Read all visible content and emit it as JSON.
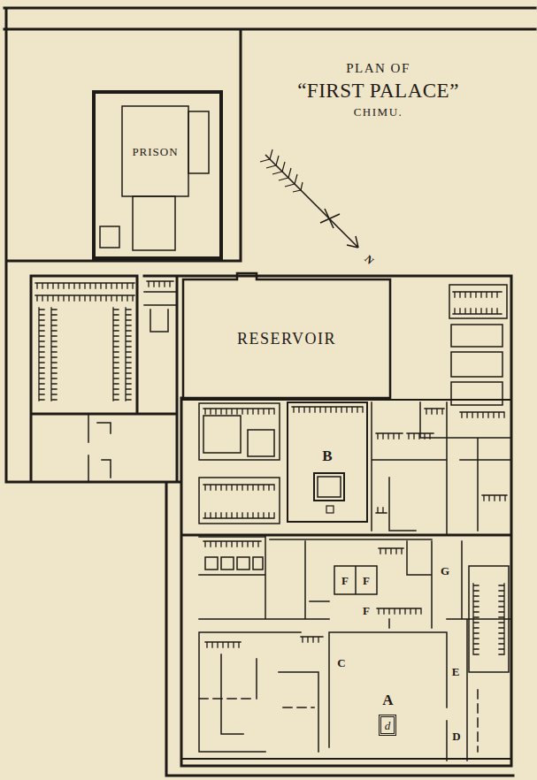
{
  "diagram": {
    "title": "PLAN OF “FIRST PALACE” CHIMU.",
    "nodes": [
      {
        "text": [
          "PRISON"
        ]
      },
      {
        "text": [
          "RESERVOIR"
        ]
      },
      {
        "text": [
          "B"
        ]
      },
      {
        "text": [
          "A"
        ]
      },
      {
        "text": [
          "d"
        ],
        "in": 3
      }
    ],
    "labels": [
      "N",
      "G",
      "F",
      "F",
      "F",
      "C",
      "E",
      "D"
    ]
  }
}
